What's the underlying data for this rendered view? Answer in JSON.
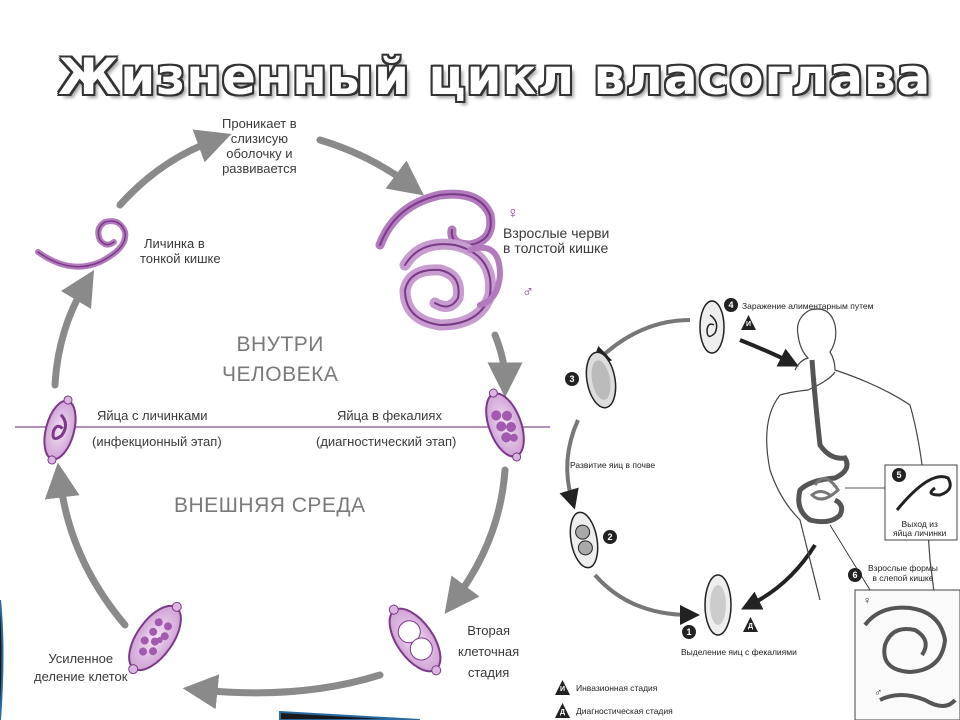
{
  "title": "Жизненный цикл власоглава",
  "left_cycle": {
    "penetrates": [
      "Проникает в",
      "слизисую",
      "оболочку и",
      "развивается"
    ],
    "adult_worms": [
      "Взрослые черви",
      "в толстой кишке"
    ],
    "larva": [
      "Личинка в",
      "тонкой кишке"
    ],
    "inside_human": [
      "ВНУТРИ",
      "ЧЕЛОВЕКА"
    ],
    "outside_env": "ВНЕШНЯЯ СРЕДА",
    "eggs_larvae": "Яйца с личинками",
    "infective_stage": "(инфекционный этап)",
    "eggs_feces": "Яйца в фекалиях",
    "diagnostic_stage": "(диагностический этап)",
    "second_cell_stage": [
      "Вторая",
      "клеточная",
      "стадия"
    ],
    "cell_division": [
      "Усиленное",
      "деление клеток"
    ],
    "female_symbol": "♀",
    "male_symbol": "♂"
  },
  "right_cycle": {
    "steps": [
      {
        "num": "1",
        "text": "Выделение яиц с фекалиями"
      },
      {
        "num": "2",
        "text": ""
      },
      {
        "num": "3",
        "text": "Развитие яиц в почве"
      },
      {
        "num": "4",
        "text": "Заражение алиментарным путем"
      },
      {
        "num": "5",
        "text": "Выход из яйца личинки"
      },
      {
        "num": "6",
        "text": "Взрослые формы в слепой кишке"
      }
    ],
    "step5_lines": [
      "Выход из",
      "яйца личинки"
    ],
    "step6_lines": [
      "Взрослые формы",
      "в слепой кишке"
    ],
    "legend_invasive": "Инвазионная стадия",
    "legend_diagnostic": "Диагностическая стадия",
    "marker_i": "И",
    "marker_d": "Д"
  }
}
